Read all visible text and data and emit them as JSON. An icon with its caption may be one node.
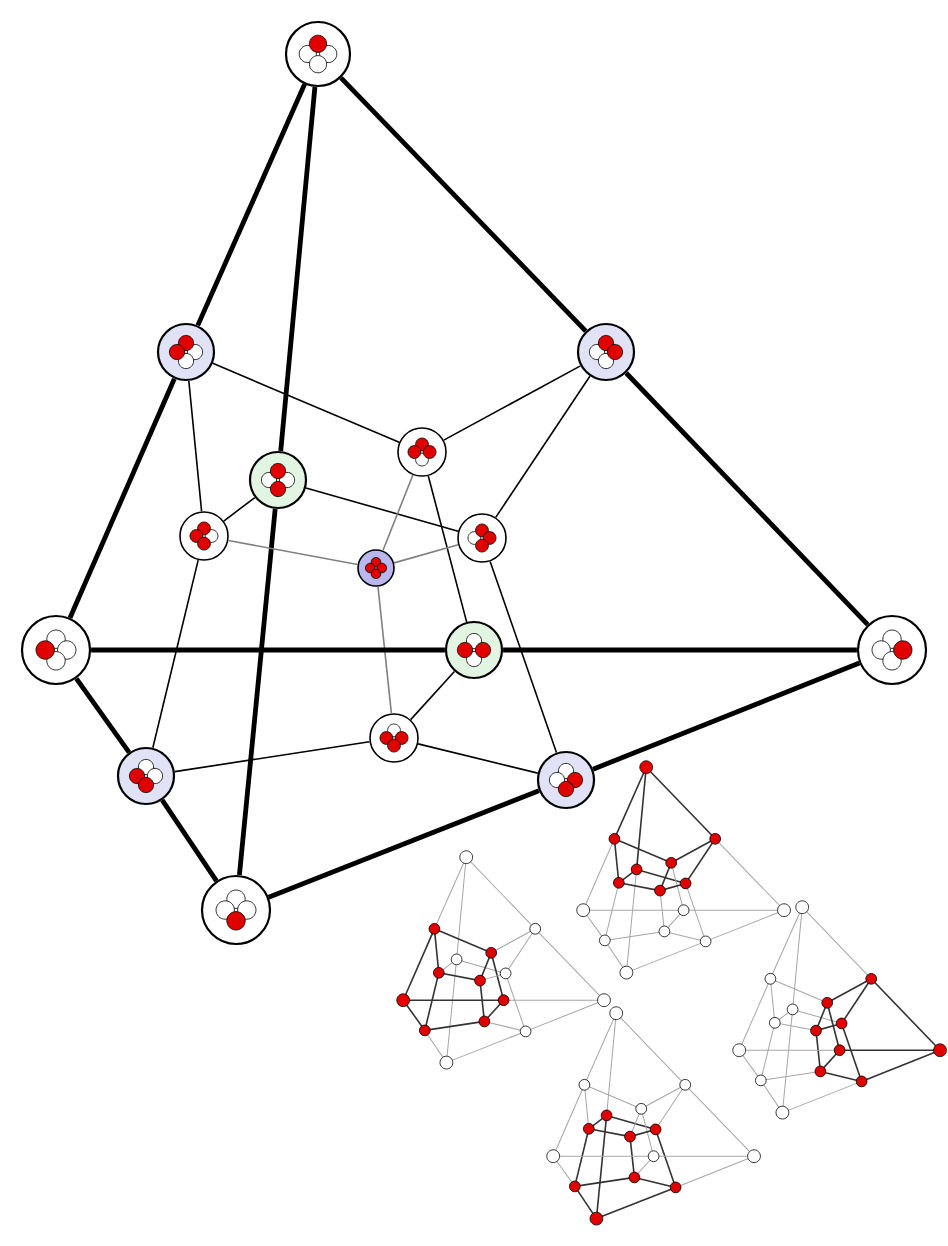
{
  "diagram": {
    "nodes": [
      {
        "text": [],
        "shape": "circle"
      },
      {
        "text": [],
        "shape": "circle"
      },
      {
        "text": [],
        "shape": "circle"
      },
      {
        "text": [],
        "shape": "circle"
      },
      {
        "text": [],
        "shape": "circle"
      },
      {
        "text": [],
        "shape": "circle"
      },
      {
        "text": [],
        "shape": "circle"
      },
      {
        "text": [],
        "shape": "circle"
      },
      {
        "text": [],
        "shape": "circle"
      },
      {
        "text": [],
        "shape": "circle"
      },
      {
        "text": [],
        "shape": "circle"
      },
      {
        "text": [],
        "shape": "circle"
      },
      {
        "text": [],
        "shape": "circle"
      },
      {
        "text": [],
        "shape": "circle"
      },
      {
        "text": [],
        "shape": "circle"
      }
    ],
    "edges": [
      {
        "from": 0,
        "to": 1,
        "arrow": "none",
        "style": "thick"
      },
      {
        "from": 0,
        "to": 2,
        "arrow": "none",
        "style": "thick"
      },
      {
        "from": 0,
        "to": 4,
        "arrow": "none",
        "style": "thick"
      },
      {
        "from": 1,
        "to": 8,
        "arrow": "none",
        "style": "thick"
      },
      {
        "from": 1,
        "to": 5,
        "arrow": "none"
      },
      {
        "from": 1,
        "to": 3,
        "arrow": "none"
      },
      {
        "from": 2,
        "to": 3,
        "arrow": "none"
      },
      {
        "from": 2,
        "to": 6,
        "arrow": "none"
      },
      {
        "from": 2,
        "to": 10,
        "arrow": "none",
        "style": "thick"
      },
      {
        "from": 4,
        "to": 5,
        "arrow": "none"
      },
      {
        "from": 4,
        "to": 6,
        "arrow": "none"
      },
      {
        "from": 4,
        "to": 14,
        "arrow": "none",
        "style": "thick"
      },
      {
        "from": 3,
        "to": 7,
        "arrow": "none",
        "color": "#808080"
      },
      {
        "from": 3,
        "to": 9,
        "arrow": "none"
      },
      {
        "from": 5,
        "to": 7,
        "arrow": "none",
        "color": "#808080"
      },
      {
        "from": 6,
        "to": 7,
        "arrow": "none",
        "color": "#808080"
      },
      {
        "from": 7,
        "to": 11,
        "arrow": "none",
        "color": "#808080"
      },
      {
        "from": 5,
        "to": 12,
        "arrow": "none"
      },
      {
        "from": 6,
        "to": 13,
        "arrow": "none"
      },
      {
        "from": 8,
        "to": 9,
        "arrow": "none",
        "style": "thick"
      },
      {
        "from": 9,
        "to": 10,
        "arrow": "none",
        "style": "thick"
      },
      {
        "from": 8,
        "to": 12,
        "arrow": "none",
        "style": "thick"
      },
      {
        "from": 9,
        "to": 11,
        "arrow": "none"
      },
      {
        "from": 11,
        "to": 12,
        "arrow": "none"
      },
      {
        "from": 11,
        "to": 13,
        "arrow": "none"
      },
      {
        "from": 12,
        "to": 14,
        "arrow": "none",
        "style": "thick"
      },
      {
        "from": 14,
        "to": 13,
        "arrow": "none",
        "style": "thick"
      },
      {
        "from": 13,
        "to": 10,
        "arrow": "none",
        "style": "thick"
      }
    ]
  }
}
